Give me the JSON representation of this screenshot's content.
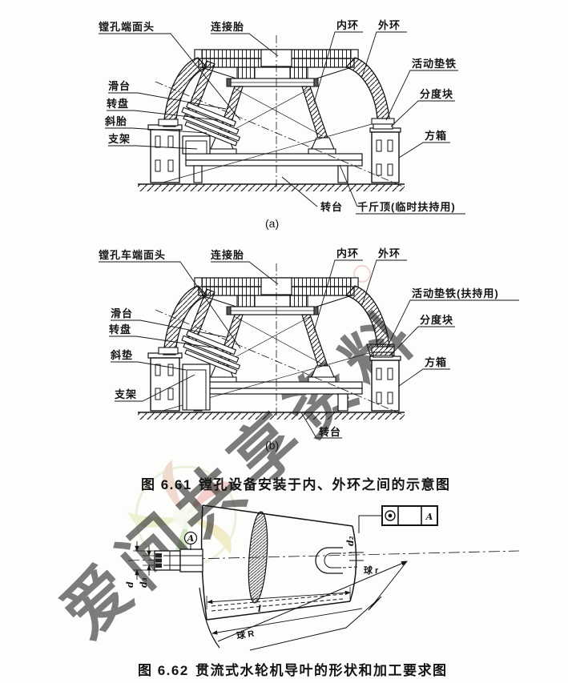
{
  "watermark": {
    "text": "爱问共享资料"
  },
  "figure_661": {
    "caption_number": "图 6.61",
    "caption_title": "镗孔设备安装于内、外环之间的示意图",
    "diagram_a": {
      "sublabel": "(a)",
      "labels": {
        "boring_head": "镗孔端面头",
        "connecting_fixture": "连接胎",
        "inner_ring": "内环",
        "outer_ring": "外环",
        "movable_shim": "活动垫铁",
        "indexing_block": "分度块",
        "square_box": "方箱",
        "slide_table": "滑台",
        "rotary_disc": "转盘",
        "inclined_fixture": "斜胎",
        "support_frame": "支架",
        "rotary_table": "转台",
        "jack": "千斤顶(临时扶持用)"
      }
    },
    "diagram_b": {
      "sublabel": "(b)",
      "labels": {
        "boring_head": "镗孔车端面头",
        "connecting_fixture": "连接胎",
        "inner_ring": "内环",
        "outer_ring": "外环",
        "movable_shim": "活动垫铁(扶持用)",
        "indexing_block": "分度块",
        "square_box": "方箱",
        "slide_table": "滑台",
        "rotary_disc": "转盘",
        "inclined_pad": "斜垫",
        "support_frame": "支架",
        "rotary_table": "转台"
      }
    }
  },
  "figure_662": {
    "caption_number": "图 6.62",
    "caption_title": "贯流式水轮机导叶的形状和加工要求图",
    "dims": {
      "d": "d",
      "d3": "d₃",
      "d2": "d₂",
      "sphere_r": "球 r",
      "length_l": "l",
      "sphere_R": "球 R",
      "datum_label": "A",
      "frame_datum": "A"
    }
  }
}
